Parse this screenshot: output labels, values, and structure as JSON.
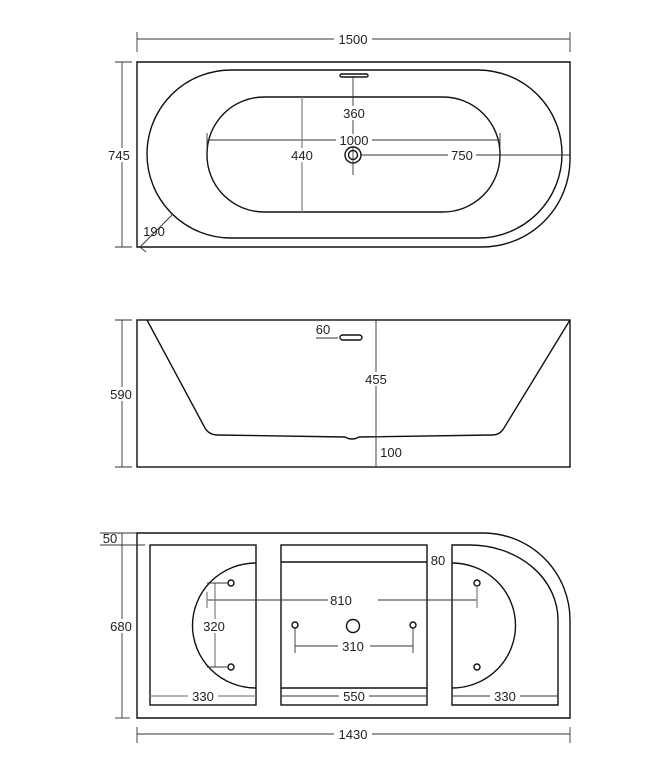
{
  "top_view": {
    "width": "1500",
    "depth": "745",
    "overflow_offset": "360",
    "inner_length": "1000",
    "inner_width": "440",
    "drain_to_end": "750",
    "rim": "190"
  },
  "side_view": {
    "height": "590",
    "overflow_height": "60",
    "inner_depth": "455",
    "base": "100"
  },
  "base_view": {
    "width": "1430",
    "depth": "680",
    "edge": "50",
    "rail": "80",
    "foot_span": "810",
    "foot_pair_left": "320",
    "foot_pair_center": "310",
    "left_bay": "330",
    "center_bay": "550",
    "right_bay": "330"
  },
  "colors": {
    "line": "#111111",
    "dimension": "#333333",
    "background": "#ffffff"
  }
}
